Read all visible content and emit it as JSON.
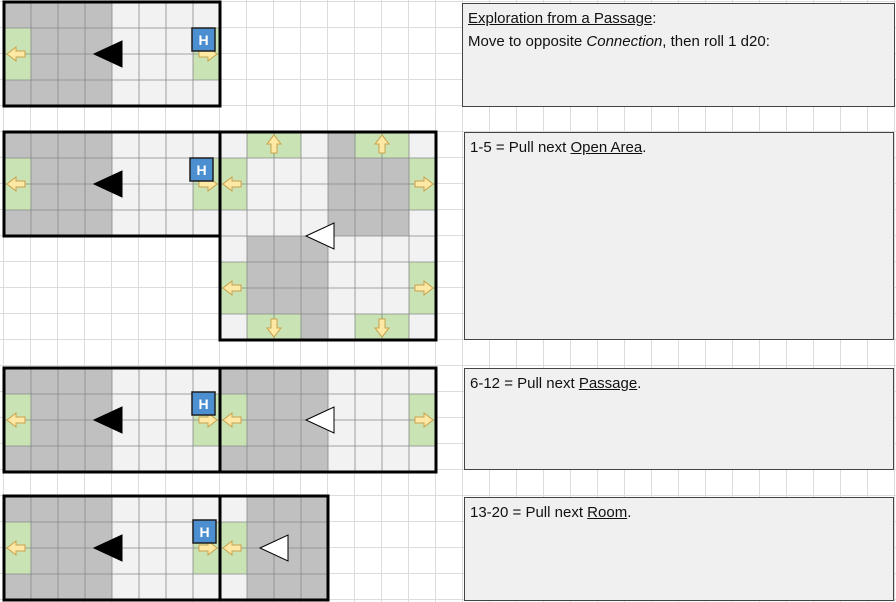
{
  "colors": {
    "dark_tile": "#c0c0c0",
    "light_tile": "#f2f2f2",
    "connection": "#c9e3b5",
    "door_arrow_fill": "#fde9a4",
    "door_arrow_stroke": "#c9a24a",
    "hero_marker": "#4c8fd1",
    "wall": "#000000",
    "panel_bg": "#f0f0f0"
  },
  "hero_marker_label": "H",
  "intro": {
    "title": "Exploration from a Passage",
    "title_suffix": ":",
    "line2_prefix": "Move to opposite ",
    "line2_italic": "Connection",
    "line2_suffix": ", then roll 1 d20:"
  },
  "results": [
    {
      "prefix": "1-5 = Pull next ",
      "link": "Open Area",
      "suffix": "."
    },
    {
      "prefix": "6-12 = Pull next ",
      "link": "Passage",
      "suffix": "."
    },
    {
      "prefix": "13-20 = Pull next ",
      "link": "Room",
      "suffix": "."
    }
  ]
}
